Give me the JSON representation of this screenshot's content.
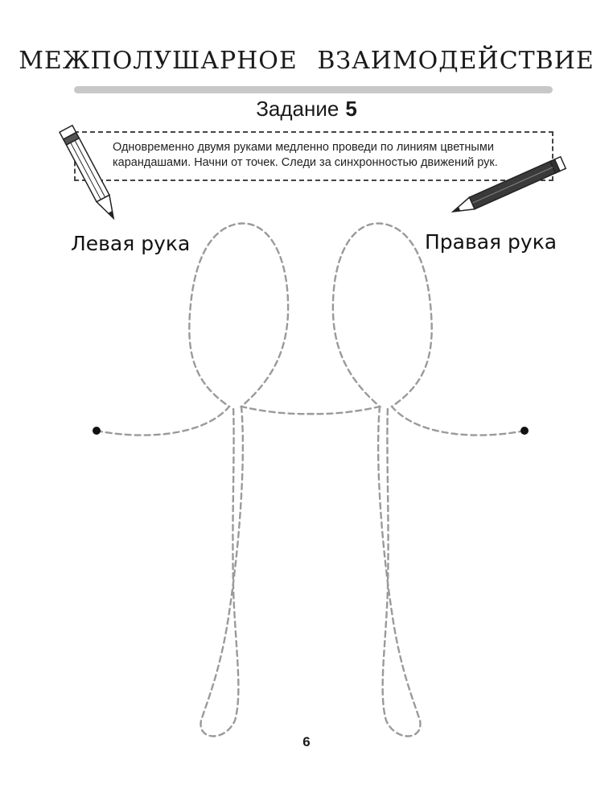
{
  "header": {
    "title": "МЕЖПОЛУШАРНОЕ ВЗАИМОДЕЙСТВИЕ"
  },
  "task": {
    "label": "Задание",
    "number": "5"
  },
  "instructions": {
    "line1": "Одновременно двумя руками медленно проведи по линиям цветными",
    "line2": "карандашами. Начни от точек. Следи за синхронностью движений рук."
  },
  "labels": {
    "left_hand": "Левая рука",
    "right_hand": "Правая рука"
  },
  "footer": {
    "page_number": "6"
  },
  "icons": {
    "left": "pencil-icon",
    "right": "pencil-icon"
  }
}
